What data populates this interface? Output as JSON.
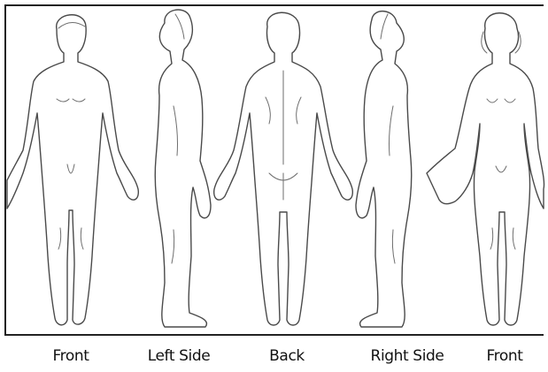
{
  "labels": [
    "Front",
    "Left Side",
    "Back",
    "Right Side",
    "Front"
  ],
  "colors": {
    "outline": "#4a4a4a",
    "frame": "#222222",
    "background": "#ffffff"
  }
}
